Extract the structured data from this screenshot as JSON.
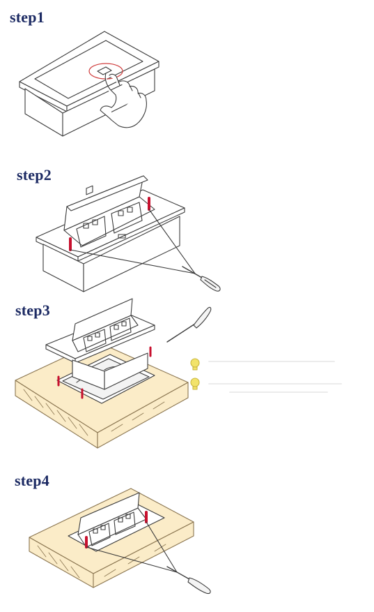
{
  "steps": [
    {
      "label": "step1"
    },
    {
      "label": "step2"
    },
    {
      "label": "step3"
    },
    {
      "label": "step4"
    }
  ],
  "colors": {
    "label": "#1c2a63",
    "wood": "#fbecc8",
    "arrow": "#c8102e",
    "bulb": "#f2e36a",
    "highlight": "#d04040"
  }
}
